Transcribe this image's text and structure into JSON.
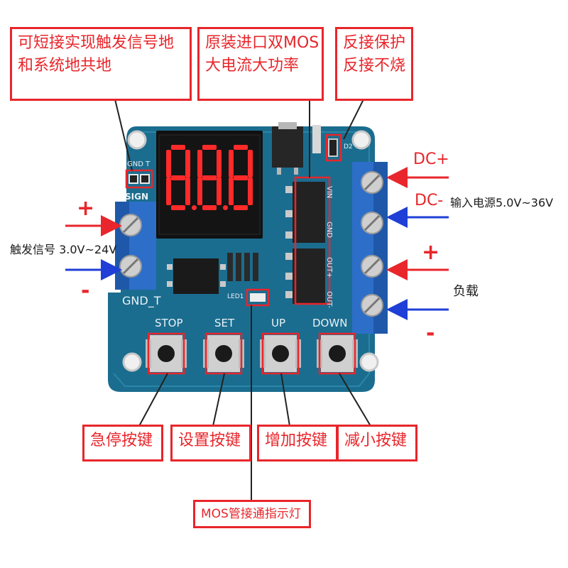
{
  "callouts": {
    "trigger_ground": [
      "可短接实现触发信号地",
      "和系统地共地"
    ],
    "mos": [
      "原装进口双MOS",
      "大电流大功率"
    ],
    "reverse": [
      "反接保护",
      "反接不烧"
    ],
    "buttons": {
      "stop": "急停按键",
      "set": "设置按键",
      "up": "增加按键",
      "down": "减小按键"
    },
    "mos_led": "MOS管接通指示灯"
  },
  "side_labels": {
    "dc_plus": "DC+",
    "dc_minus": "DC-",
    "input_power": "输入电源5.0V~36V",
    "load": "负载",
    "trigger_signal": "触发信号 3.0V~24V",
    "plus": "+",
    "minus": "-"
  },
  "board": {
    "display": "8.8.8",
    "silkscreen": {
      "gnd": "GND",
      "t": "T",
      "sign": "SIGN",
      "gnd_t": "GND_T",
      "stop": "STOP",
      "set": "SET",
      "up": "UP",
      "down": "DOWN",
      "led1": "LED1",
      "d2": "D2",
      "vin": "VIN",
      "gnd2": "GND",
      "out_plus": "OUT+",
      "out_minus": "OUT-"
    }
  },
  "colors": {
    "accent_red": "#e8262b",
    "arrow_blue": "#1f3fd6",
    "pcb": "#1b6d8f",
    "terminal": "#2d6ec9"
  }
}
